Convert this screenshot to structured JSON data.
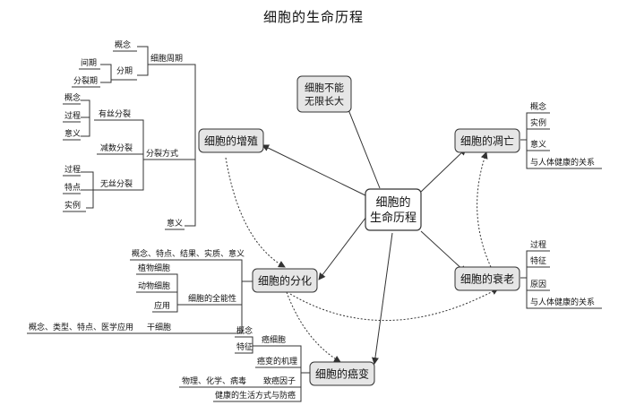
{
  "title": "细胞的生命历程",
  "center": "细胞的\n生命历程",
  "nodes": {
    "proliferation": "细胞的增殖",
    "differentiation": "细胞的分化",
    "cancer": "细胞的癌变",
    "aging": "细胞的衰老",
    "death": "细胞的凋亡",
    "limit": "细胞不能\n无限长大"
  },
  "proliferation_branch": {
    "cycle": "细胞周期",
    "concept": "概念",
    "phase": "分期",
    "interphase": "间期",
    "division_phase": "分裂期",
    "division_mode": "分裂方式",
    "mitosis": "有丝分裂",
    "mitosis_concept": "概念",
    "mitosis_process": "过程",
    "mitosis_meaning": "意义",
    "meiosis": "减数分裂",
    "amitosis": "无丝分裂",
    "amitosis_process": "过程",
    "amitosis_feature": "特点",
    "amitosis_example": "实例",
    "meaning": "意义"
  },
  "differentiation_branch": {
    "summary": "概念、特点、结果、实质、意义",
    "plant_cell": "植物细胞",
    "animal_cell": "动物细胞",
    "application": "应用",
    "totipotency": "细胞的全能性",
    "stem_cell_info": "概念、类型、特点、医学应用",
    "stem_cell": "干细胞"
  },
  "cancer_branch": {
    "concept": "概念",
    "feature": "特征",
    "cancer_cell": "癌细胞",
    "mechanism": "癌变的机理",
    "carcinogen_types": "物理、化学、病毒",
    "carcinogen": "致癌因子",
    "prevention": "健康的生活方式与防癌"
  },
  "aging_branch": {
    "process": "过程",
    "feature": "特征",
    "cause": "原因",
    "health": "与人体健康的关系"
  },
  "death_branch": {
    "concept": "概念",
    "example": "实例",
    "meaning": "意义",
    "health": "与人体健康的关系"
  },
  "colors": {
    "node_fill": "#e6e6e6",
    "stroke": "#333333",
    "text": "#111111"
  }
}
